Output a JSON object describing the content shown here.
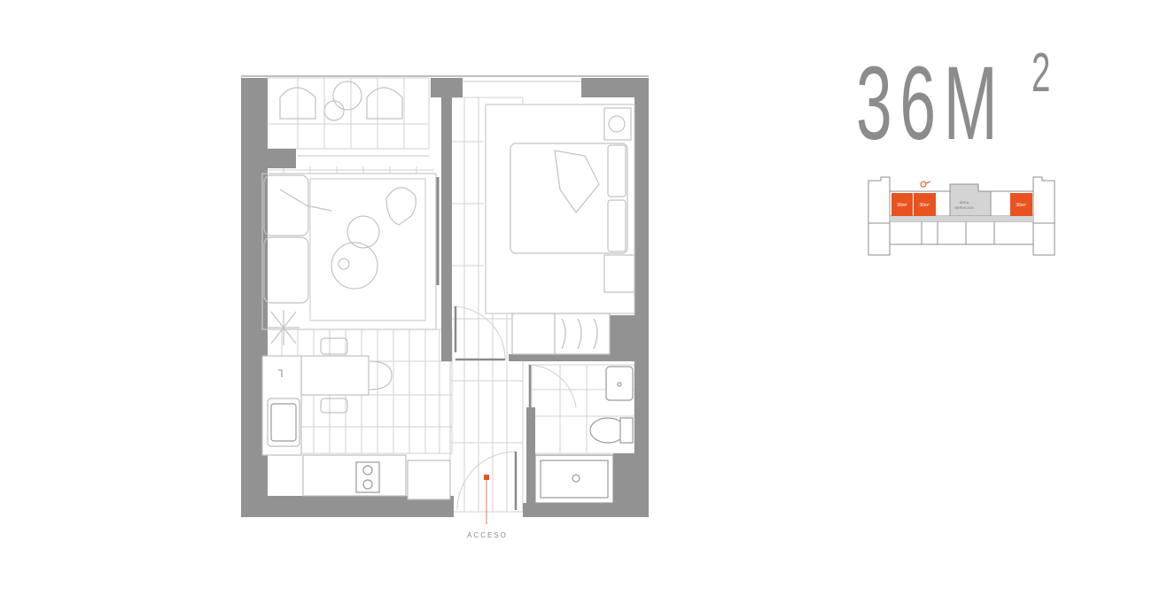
{
  "title": {
    "number": "36",
    "unit": "M",
    "exponent": "2"
  },
  "access": {
    "label": "ACCESO"
  },
  "keyplan": {
    "units": [
      {
        "label": "36m²"
      },
      {
        "label": "36m²"
      },
      {
        "label": "36m²"
      }
    ],
    "service_area": {
      "line1": "ÁREA",
      "line2": "SERVICIOS"
    }
  },
  "colors": {
    "wall": "#929292",
    "accent": "#e8531f",
    "line": "#cfcfcf",
    "title": "#8c8c8c"
  },
  "icons": [
    "bed-icon",
    "sofa-icon",
    "dining-table-icon",
    "stove-icon",
    "sink-icon",
    "toilet-icon",
    "shower-icon",
    "plant-icon",
    "north-arrow-icon"
  ]
}
